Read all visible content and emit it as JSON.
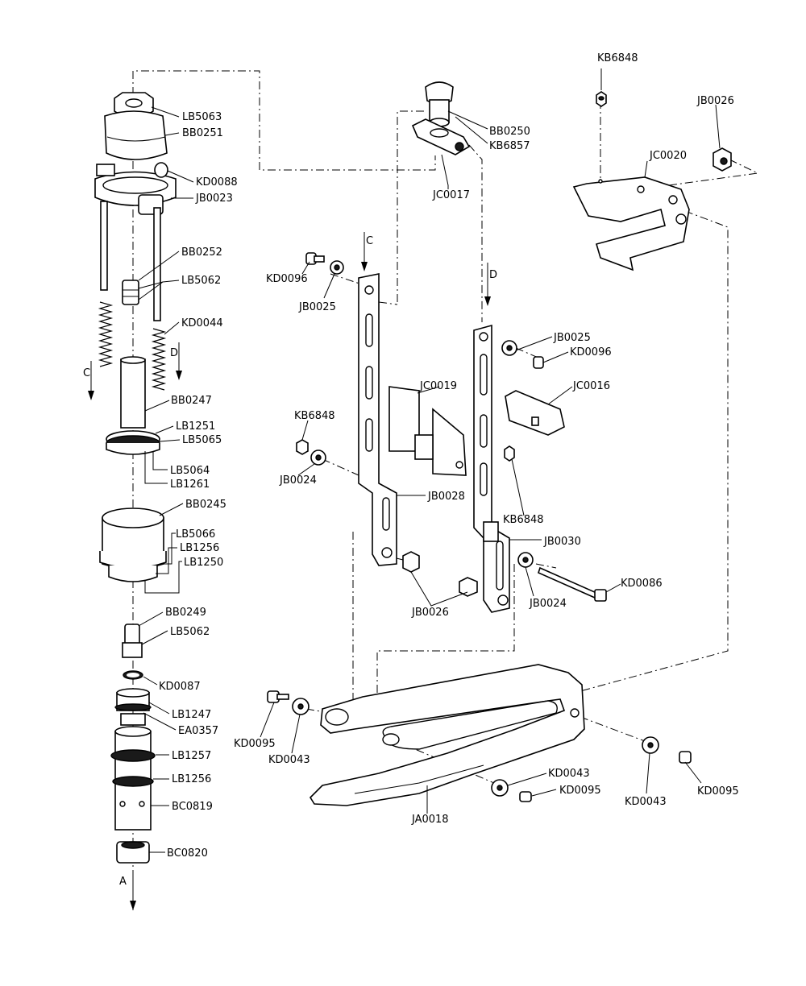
{
  "labels": {
    "lb5063": "LB5063",
    "bb0251": "BB0251",
    "kd0088": "KD0088",
    "jb0023": "JB0023",
    "bb0252": "BB0252",
    "lb5062_a": "LB5062",
    "kd0044": "KD0044",
    "arrow_c_left": "C",
    "arrow_d_left": "D",
    "bb0247": "BB0247",
    "lb1251": "LB1251",
    "lb5065": "LB5065",
    "lb5064": "LB5064",
    "lb1261": "LB1261",
    "bb0245": "BB0245",
    "lb5066": "LB5066",
    "lb1256_a": "LB1256",
    "lb1250": "LB1250",
    "bb0249": "BB0249",
    "lb5062_b": "LB5062",
    "kd0087": "KD0087",
    "lb1247": "LB1247",
    "ea0357": "EA0357",
    "lb1257": "LB1257",
    "lb1256_b": "LB1256",
    "bc0819": "BC0819",
    "bc0820": "BC0820",
    "arrow_a": "A",
    "bb0250": "BB0250",
    "kb6857": "KB6857",
    "jc0017": "JC0017",
    "arrow_c_mid": "C",
    "arrow_d_mid": "D",
    "kd0096_a": "KD0096",
    "jb0025_a": "JB0025",
    "jb0025_b": "JB0025",
    "kd0096_b": "KD0096",
    "jc0019": "JC0019",
    "jc0016": "JC0016",
    "kb6848_a": "KB6848",
    "jb0024_a": "JB0024",
    "jb0028": "JB0028",
    "kb6848_b": "KB6848",
    "jb0030": "JB0030",
    "kd0086": "KD0086",
    "jb0024_b": "JB0024",
    "jb0026_a": "JB0026",
    "kb6848_top": "KB6848",
    "jb0026_top": "JB0026",
    "jc0020": "JC0020",
    "kd0095_a": "KD0095",
    "kd0043_a": "KD0043",
    "kd0043_b": "KD0043",
    "kd0095_b": "KD0095",
    "ja0018": "JA0018",
    "kd0043_c": "KD0043",
    "kd0095_c": "KD0095"
  }
}
